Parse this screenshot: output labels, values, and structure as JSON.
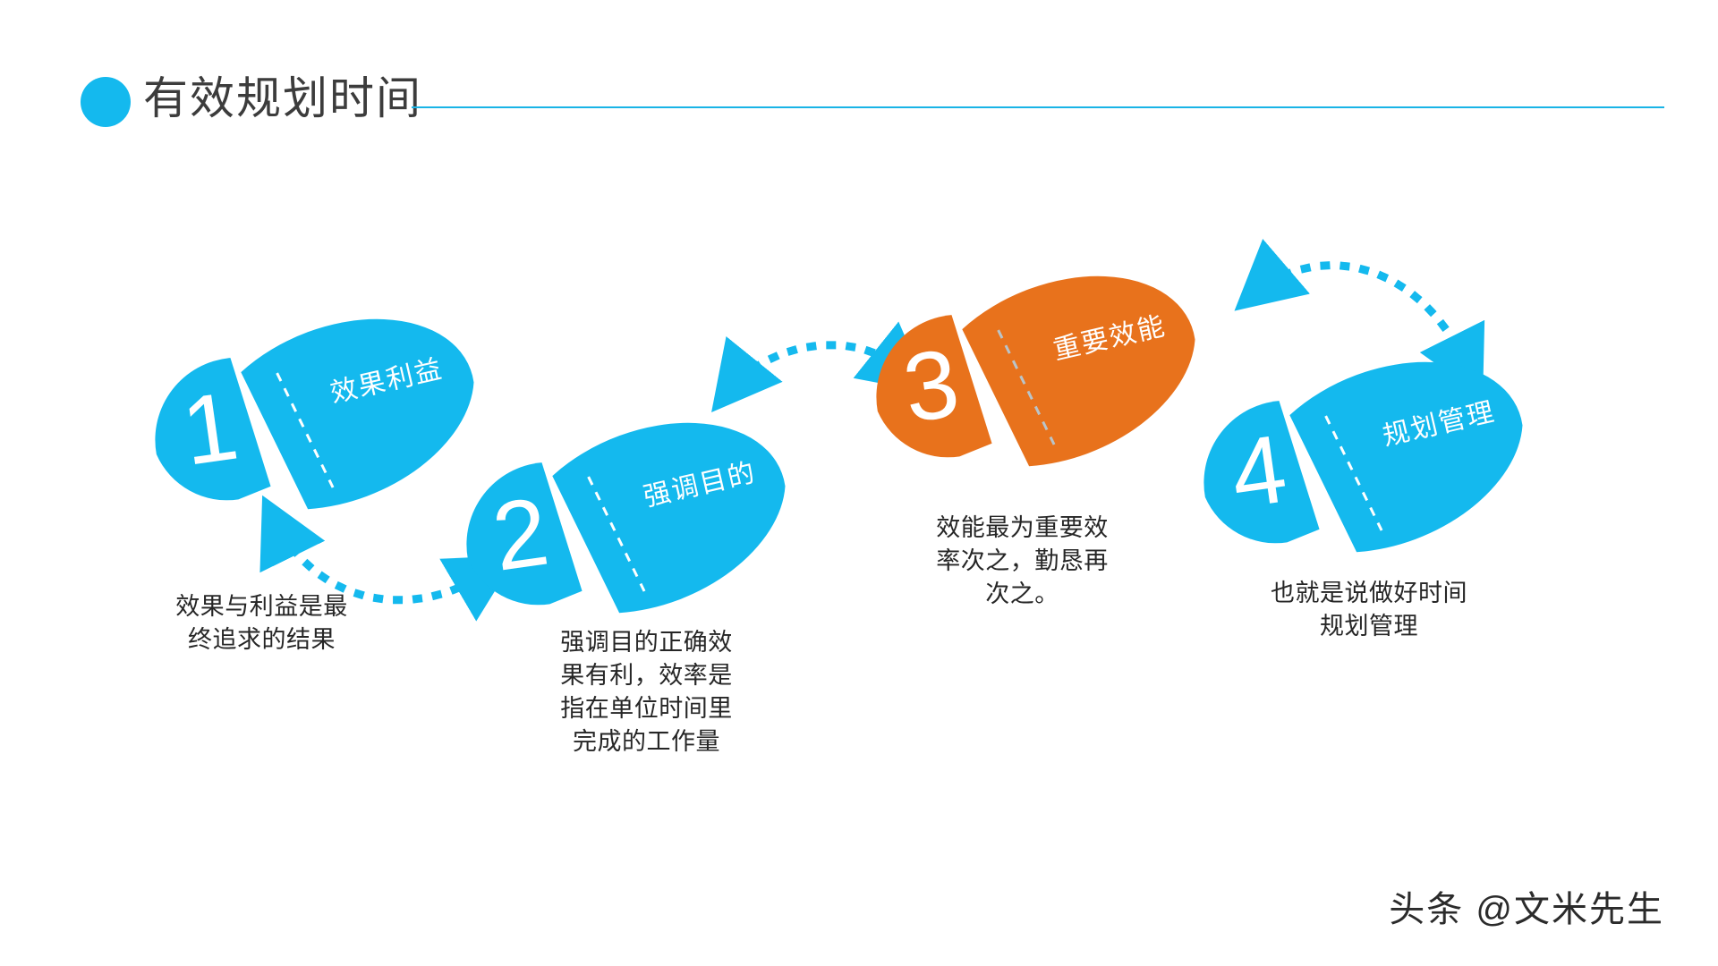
{
  "header": {
    "title": "有效规划时间",
    "bullet_icon": "circle-bullet-icon",
    "rule_color": "#19b4e6"
  },
  "colors": {
    "blue": "#14b9ee",
    "orange": "#e8721c",
    "text": "#262626",
    "title": "#3c3c3c",
    "dash_white": "#ffffff",
    "dash_gray": "#b9c4c9"
  },
  "steps": [
    {
      "number": "1",
      "label": "效果利益",
      "color": "#14b9ee",
      "caption": "效果与利益是最终追求的结果"
    },
    {
      "number": "2",
      "label": "强调目的",
      "color": "#14b9ee",
      "caption": "强调目的正确效果有利，效率是指在单位时间里完成的工作量"
    },
    {
      "number": "3",
      "label": "重要效能",
      "color": "#e8721c",
      "caption": "效能最为重要效率次之，勤恳再次之。"
    },
    {
      "number": "4",
      "label": "规划管理",
      "color": "#14b9ee",
      "caption": "也就是说做好时间规划管理"
    }
  ],
  "connectors": [
    {
      "name": "connector-1-2",
      "style": "dashed-double-arrow",
      "color": "#14b9ee",
      "direction": "both"
    },
    {
      "name": "connector-2-3",
      "style": "dashed-double-arrow",
      "color": "#14b9ee",
      "direction": "both"
    },
    {
      "name": "connector-3-4",
      "style": "dashed-double-arrow",
      "color": "#14b9ee",
      "direction": "both"
    }
  ],
  "watermark": {
    "text": "头条 @文米先生"
  }
}
